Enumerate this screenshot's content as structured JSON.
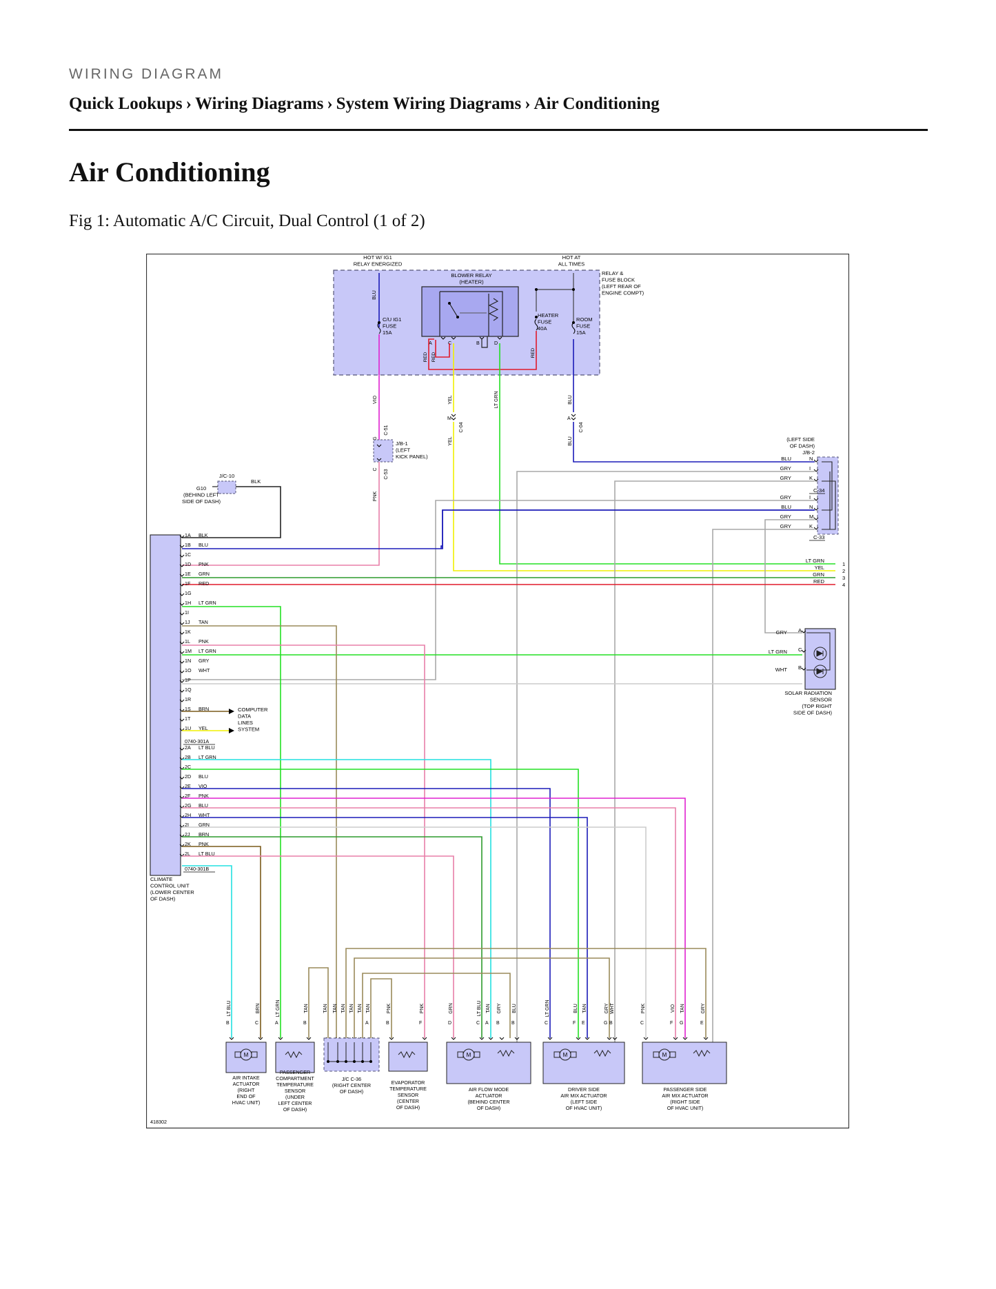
{
  "header": {
    "doc_type": "WIRING DIAGRAM",
    "breadcrumb": [
      "Quick Lookups",
      "Wiring Diagrams",
      "System Wiring Diagrams",
      "Air Conditioning"
    ],
    "separator": "›"
  },
  "page": {
    "title": "Air Conditioning",
    "figure_caption": "Fig 1: Automatic A/C Circuit, Dual Control (1 of 2)"
  },
  "diagram": {
    "figure_id": "418302",
    "colors": {
      "BLU": "#1a1ab8",
      "VIO": "#e020d0",
      "PNK": "#e87fa8",
      "YEL": "#f0f000",
      "LT_GRN": "#22e022",
      "GRN": "#2c9a2c",
      "RED": "#e01a2a",
      "BLK": "#222222",
      "TAN": "#9a8a5a",
      "GRY": "#a8a8a8",
      "WHT": "#cccccc",
      "LT_BLU": "#22e0e0",
      "BRN": "#7a5a1a",
      "panel": "#c8c8f8",
      "relay": "#a8a8f0",
      "border": "#555577"
    },
    "top": {
      "hot_ig1": [
        "HOT W/ IG1",
        "RELAY ENERGIZED"
      ],
      "hot_all": [
        "HOT AT",
        "ALL TIMES"
      ],
      "relay_fuse_block": [
        "RELAY &",
        "FUSE BLOCK",
        "(LEFT REAR OF",
        "ENGINE COMPT)"
      ],
      "blower_relay": [
        "BLOWER RELAY",
        "(HEATER)"
      ],
      "cu_fuse": [
        "C/U IG1",
        "FUSE",
        "15A"
      ],
      "heater_fuse": [
        "HEATER",
        "FUSE",
        "40A"
      ],
      "room_fuse": [
        "ROOM",
        "FUSE",
        "15A"
      ],
      "relay_pins": [
        "A",
        "C",
        "B",
        "D"
      ]
    },
    "connectors": {
      "jb1": [
        "J/B-1",
        "(LEFT",
        "KICK PANEL)"
      ],
      "jb1_pin_g": "G",
      "jb1_c51": "C-51",
      "jb1_pin_c": "C",
      "jb1_c53": "C-53",
      "c04_yel_pin": "M",
      "c04_blu_pin": "A",
      "c04": "C-04",
      "jc10": "J/C-10",
      "g10": [
        "G10",
        "(BEHIND LEFT",
        "SIDE OF DASH)"
      ],
      "blk": "BLK",
      "jb2": [
        "(LEFT SIDE",
        "OF DASH)",
        "J/B-2"
      ],
      "c34": "C-34",
      "c33": "C-33"
    },
    "wire_labels": {
      "blu": "BLU",
      "vio": "VIO",
      "yel": "YEL",
      "lt_grn": "LT GRN",
      "pnk": "PNK",
      "red": "RED",
      "grn": "GRN",
      "gry": "GRY",
      "wht": "WHT",
      "tan": "TAN",
      "brn": "BRN",
      "lt_blu": "LT BLU"
    },
    "jb2_pins": [
      {
        "wire": "BLU",
        "pin": "N"
      },
      {
        "wire": "GRY",
        "pin": "I"
      },
      {
        "wire": "GRY",
        "pin": "K"
      },
      {
        "wire": "GRY",
        "pin": "I"
      },
      {
        "wire": "BLU",
        "pin": "N"
      },
      {
        "wire": "GRY",
        "pin": "M"
      },
      {
        "wire": "GRY",
        "pin": "K"
      }
    ],
    "right_terminals": [
      {
        "wire": "LT GRN",
        "num": "1"
      },
      {
        "wire": "YEL",
        "num": "2"
      },
      {
        "wire": "GRN",
        "num": "3"
      },
      {
        "wire": "RED",
        "num": "4"
      }
    ],
    "ccu": {
      "pins": [
        {
          "pin": "1A",
          "wire": "BLK"
        },
        {
          "pin": "1B",
          "wire": "BLU"
        },
        {
          "pin": "1C",
          "wire": ""
        },
        {
          "pin": "1D",
          "wire": "PNK"
        },
        {
          "pin": "1E",
          "wire": "GRN"
        },
        {
          "pin": "1F",
          "wire": "RED"
        },
        {
          "pin": "1G",
          "wire": ""
        },
        {
          "pin": "1H",
          "wire": "LT GRN"
        },
        {
          "pin": "1I",
          "wire": ""
        },
        {
          "pin": "1J",
          "wire": "TAN"
        },
        {
          "pin": "1K",
          "wire": ""
        },
        {
          "pin": "1L",
          "wire": "PNK"
        },
        {
          "pin": "1M",
          "wire": "LT GRN"
        },
        {
          "pin": "1N",
          "wire": "GRY"
        },
        {
          "pin": "1O",
          "wire": "WHT"
        },
        {
          "pin": "1P",
          "wire": ""
        },
        {
          "pin": "1Q",
          "wire": ""
        },
        {
          "pin": "1R",
          "wire": ""
        },
        {
          "pin": "1S",
          "wire": "BRN"
        },
        {
          "pin": "1T",
          "wire": ""
        },
        {
          "pin": "1U",
          "wire": "YEL"
        },
        {
          "pin": "2A",
          "wire": "LT BLU"
        },
        {
          "pin": "2B",
          "wire": "LT GRN"
        },
        {
          "pin": "2C",
          "wire": ""
        },
        {
          "pin": "2D",
          "wire": "BLU"
        },
        {
          "pin": "2E",
          "wire": "VIO"
        },
        {
          "pin": "2F",
          "wire": "PNK"
        },
        {
          "pin": "2G",
          "wire": "BLU"
        },
        {
          "pin": "2H",
          "wire": "WHT"
        },
        {
          "pin": "2I",
          "wire": "GRN"
        },
        {
          "pin": "2J",
          "wire": "BRN"
        },
        {
          "pin": "2K",
          "wire": "PNK"
        },
        {
          "pin": "2L",
          "wire": "LT BLU"
        }
      ],
      "connector_a": "0740-301A",
      "connector_b": "0740-301B",
      "label": [
        "CLIMATE",
        "CONTROL UNIT",
        "(LOWER CENTER",
        "OF DASH)"
      ]
    },
    "computer_data": [
      "COMPUTER",
      "DATA",
      "LINES",
      "SYSTEM"
    ],
    "solar": {
      "pins": [
        {
          "wire": "GRY",
          "pin": "A"
        },
        {
          "wire": "LT GRN",
          "pin": "C"
        },
        {
          "wire": "WHT",
          "pin": "B"
        }
      ],
      "label": [
        "SOLAR RADIATION",
        "SENSOR",
        "(TOP RIGHT",
        "SIDE OF DASH)"
      ]
    },
    "bottom_wires": [
      {
        "label": "LT BLU",
        "pin": "B"
      },
      {
        "label": "BRN",
        "pin": "C"
      },
      {
        "label": "LT GRN",
        "pin": "A"
      },
      {
        "label": "TAN",
        "pin": "B"
      },
      {
        "label": "TAN",
        "pin": ""
      },
      {
        "label": "TAN",
        "pin": ""
      },
      {
        "label": "TAN",
        "pin": ""
      },
      {
        "label": "TAN",
        "pin": ""
      },
      {
        "label": "TAN",
        "pin": ""
      },
      {
        "label": "TAN",
        "pin": "A"
      },
      {
        "label": "PNK",
        "pin": "B"
      },
      {
        "label": "PNK",
        "pin": "F"
      },
      {
        "label": "GRN",
        "pin": "D"
      },
      {
        "label": "LT BLU",
        "pin": "C"
      },
      {
        "label": "TAN",
        "pin": "A"
      },
      {
        "label": "GRY",
        "pin": "B"
      },
      {
        "label": "BLU",
        "pin": "B"
      },
      {
        "label": "LT GRN",
        "pin": "C"
      },
      {
        "label": "BLU",
        "pin": "F"
      },
      {
        "label": "TAN",
        "pin": "E"
      },
      {
        "label": "GRY",
        "pin": "G"
      },
      {
        "label": "WHT",
        "pin": "B"
      },
      {
        "label": "PNK",
        "pin": "C"
      },
      {
        "label": "VIO",
        "pin": "F"
      },
      {
        "label": "TAN",
        "pin": "G"
      },
      {
        "label": "GRY",
        "pin": "E"
      }
    ],
    "components": {
      "air_intake": [
        "AIR INTAKE",
        "ACTUATOR",
        "(RIGHT",
        "END OF",
        "HVAC UNIT)"
      ],
      "pass_temp": [
        "PASSENGER",
        "COMPARTMENT",
        "TEMPERATURE",
        "SENSOR",
        "(UNDER",
        "LEFT CENTER",
        "OF DASH)"
      ],
      "jc36": [
        "J/C C-36",
        "(RIGHT CENTER",
        "OF DASH)"
      ],
      "evap": [
        "EVAPORATOR",
        "TEMPERATURE",
        "SENSOR",
        "(CENTER",
        "OF DASH)"
      ],
      "airflow": [
        "AIR FLOW MODE",
        "ACTUATOR",
        "(BEHIND CENTER",
        "OF DASH)"
      ],
      "driver_mix": [
        "DRIVER SIDE",
        "AIR MIX ACTUATOR",
        "(LEFT SIDE",
        "OF HVAC UNIT)"
      ],
      "pass_mix": [
        "PASSENGER SIDE",
        "AIR MIX ACTUATOR",
        "(RIGHT SIDE",
        "OF HVAC UNIT)"
      ],
      "motor": "M"
    }
  }
}
